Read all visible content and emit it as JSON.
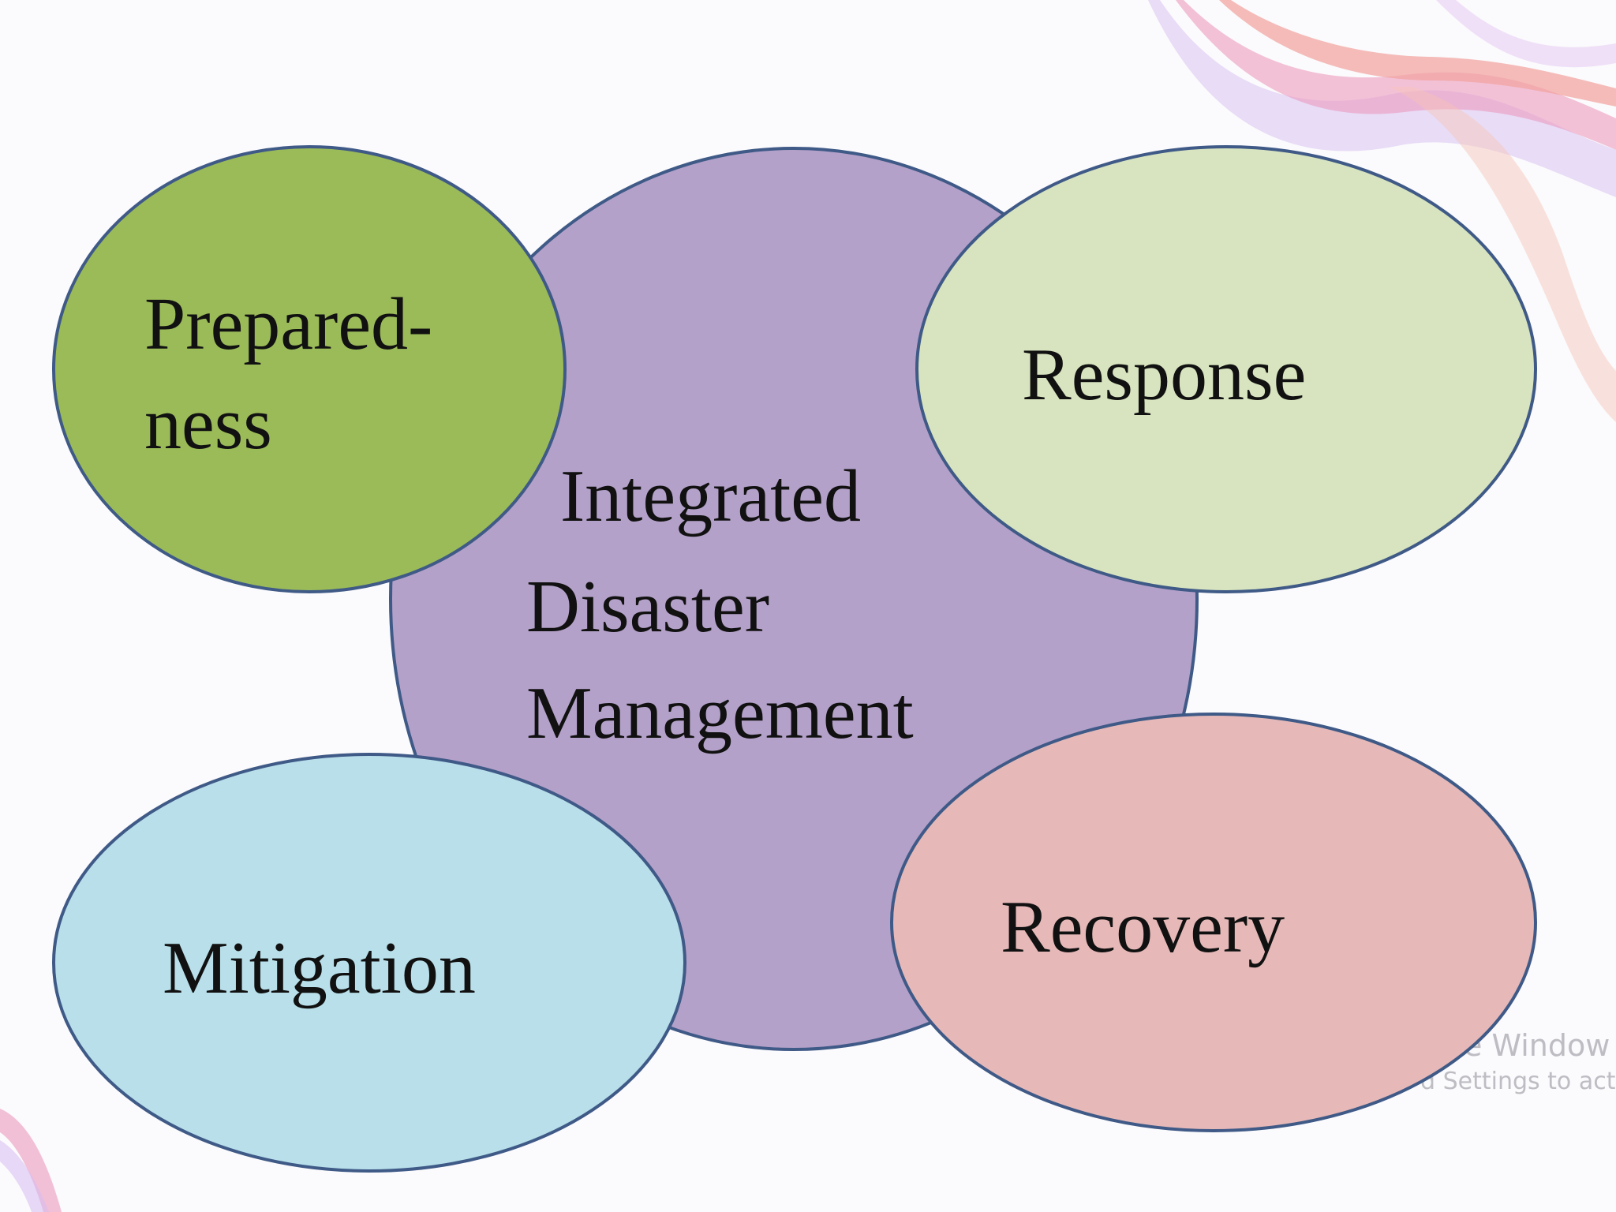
{
  "slide": {
    "background": "#fbfafc"
  },
  "diagram": {
    "center": {
      "lines": [
        "Integrated",
        "Disaster",
        "Management"
      ],
      "fill": "#b4a1c9"
    },
    "nodes": [
      {
        "id": "preparedness",
        "lines": [
          "Prepared-",
          "ness"
        ],
        "fill": "#9bbb59"
      },
      {
        "id": "response",
        "lines": [
          "Response"
        ],
        "fill": "#d8e4bf"
      },
      {
        "id": "mitigation",
        "lines": [
          "Mitigation"
        ],
        "fill": "#b8dfea"
      },
      {
        "id": "recovery",
        "lines": [
          "Recovery"
        ],
        "fill": "#e6b9b8"
      }
    ],
    "stroke": "#3f5a87"
  },
  "watermark": {
    "line1": "e Window",
    "line2": "d Settings to activ"
  },
  "decoration": {
    "ribbon_colors": [
      "#b48ce6",
      "#e05a8c",
      "#f29a80"
    ]
  }
}
